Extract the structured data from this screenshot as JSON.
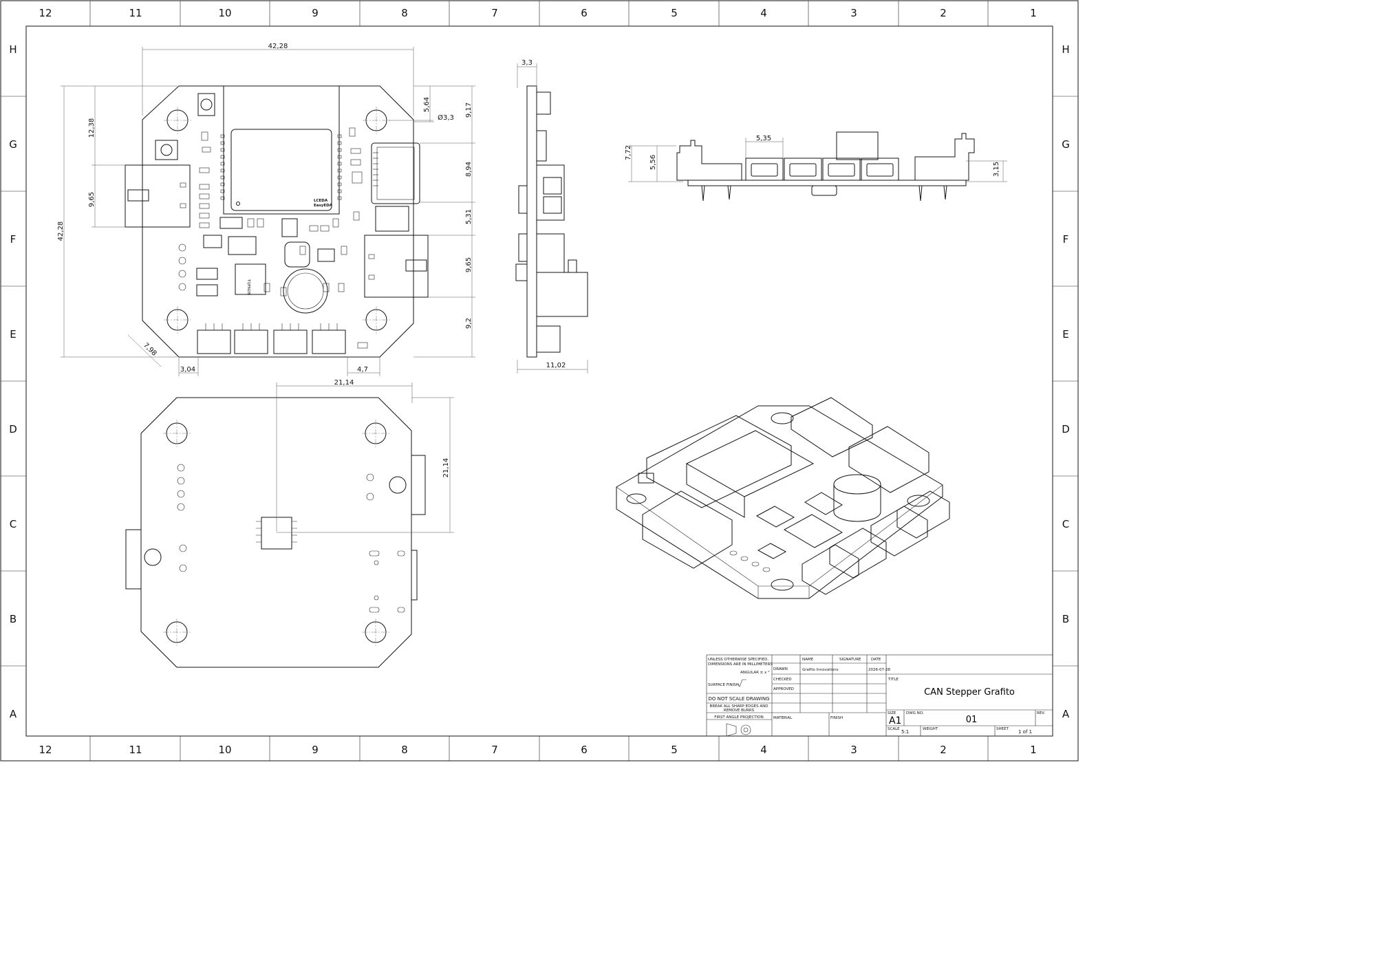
{
  "zones": {
    "columns": [
      "12",
      "11",
      "10",
      "9",
      "8",
      "7",
      "6",
      "5",
      "4",
      "3",
      "2",
      "1"
    ],
    "rows": [
      "H",
      "G",
      "F",
      "E",
      "D",
      "C",
      "B",
      "A"
    ]
  },
  "dimensions": {
    "top_width": "42,28",
    "top_height": "42,28",
    "hole_offset_y": "5,64",
    "hole_dia": "Ø3,3",
    "right_917": "9,17",
    "right_894": "8,94",
    "right_531": "5,31",
    "right_965": "9,65",
    "right_92": "9,2",
    "left_1238": "12,38",
    "left_965": "9,65",
    "chamfer": "7,98",
    "bottom_304": "3,04",
    "bottom_47": "4,7",
    "side_width": "3,3",
    "side_depth": "11,02",
    "front_772": "7,72",
    "front_556": "5,56",
    "front_535": "5,35",
    "front_315": "3,15",
    "bottom_view_w": "21,14",
    "bottom_view_h": "21,14"
  },
  "board_text": {
    "module_logo_1": "LCEDA",
    "module_logo_2": "EasyEDA",
    "chip_label": "TQFN28"
  },
  "title_block": {
    "notes_1": "UNLESS OTHERWISE SPECIFIED,",
    "notes_2": "DIMENSIONS ARE IN MILLIMETERS",
    "angular": "ANGULAR ± x °",
    "surface_finish": "SURFACE FINISH",
    "do_not_scale": "DO NOT SCALE DRAWING",
    "break_edges_1": "BREAK ALL SHARP EDGES AND",
    "break_edges_2": "REMOVE BURRS",
    "projection": "FIRST ANGLE PROJECTION",
    "col_name": "NAME",
    "col_signature": "SIGNATURE",
    "col_date": "DATE",
    "row_drawn": "DRAWN",
    "row_checked": "CHECKED",
    "row_approved": "APPROVED",
    "drawn_name": "Grafito Innovations",
    "drawn_date": "2026-07-28",
    "material_label": "MATERIAL",
    "finish_label": "FINISH",
    "title_label": "TITLE",
    "title": "CAN Stepper Grafito",
    "size_label": "SIZE",
    "size": "A1",
    "dwg_no_label": "DWG NO.",
    "dwg_no": "01",
    "rev_label": "REV.",
    "scale_label": "SCALE",
    "scale": "5:1",
    "weight_label": "WEIGHT",
    "sheet_label": "SHEET",
    "sheet": "1 of 1"
  }
}
